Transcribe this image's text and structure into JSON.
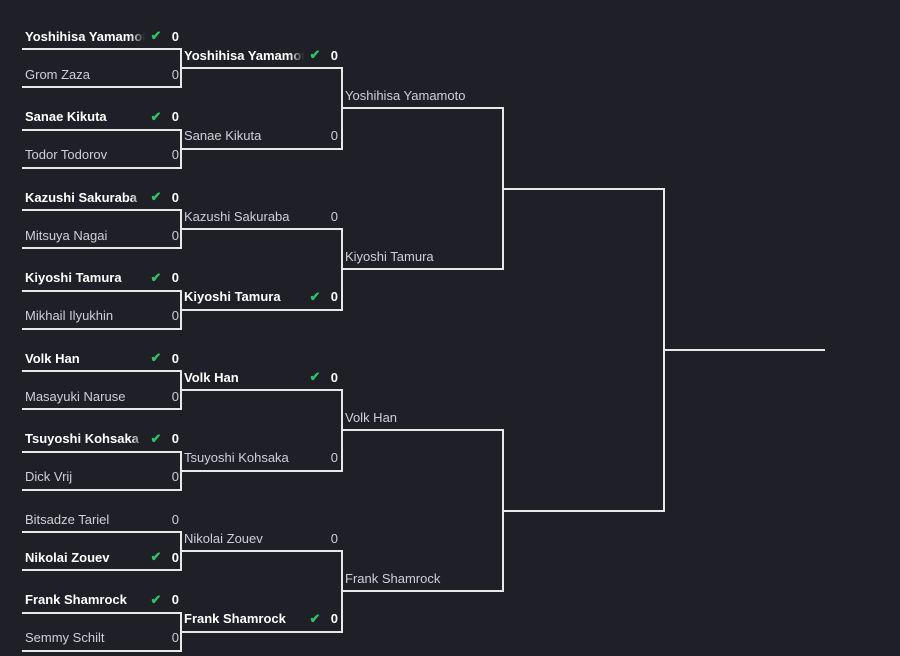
{
  "bracket": {
    "rounds": [
      [
        [
          {
            "name": "Yoshihisa Yamamoto",
            "score": "0",
            "winner": true
          },
          {
            "name": "Grom Zaza",
            "score": "0",
            "winner": false
          }
        ],
        [
          {
            "name": "Sanae Kikuta",
            "score": "0",
            "winner": true
          },
          {
            "name": "Todor Todorov",
            "score": "0",
            "winner": false
          }
        ],
        [
          {
            "name": "Kazushi Sakuraba",
            "score": "0",
            "winner": true
          },
          {
            "name": "Mitsuya Nagai",
            "score": "0",
            "winner": false
          }
        ],
        [
          {
            "name": "Kiyoshi Tamura",
            "score": "0",
            "winner": true
          },
          {
            "name": "Mikhail Ilyukhin",
            "score": "0",
            "winner": false
          }
        ],
        [
          {
            "name": "Volk Han",
            "score": "0",
            "winner": true
          },
          {
            "name": "Masayuki Naruse",
            "score": "0",
            "winner": false
          }
        ],
        [
          {
            "name": "Tsuyoshi Kohsaka",
            "score": "0",
            "winner": true
          },
          {
            "name": "Dick Vrij",
            "score": "0",
            "winner": false
          }
        ],
        [
          {
            "name": "Bitsadze Tariel",
            "score": "0",
            "winner": false
          },
          {
            "name": "Nikolai Zouev",
            "score": "0",
            "winner": true
          }
        ],
        [
          {
            "name": "Frank Shamrock",
            "score": "0",
            "winner": true
          },
          {
            "name": "Semmy Schilt",
            "score": "0",
            "winner": false
          }
        ]
      ],
      [
        [
          {
            "name": "Yoshihisa Yamamoto",
            "score": "0",
            "winner": true
          },
          {
            "name": "Sanae Kikuta",
            "score": "0",
            "winner": false
          }
        ],
        [
          {
            "name": "Kazushi Sakuraba",
            "score": "0",
            "winner": false
          },
          {
            "name": "Kiyoshi Tamura",
            "score": "0",
            "winner": true
          }
        ],
        [
          {
            "name": "Volk Han",
            "score": "0",
            "winner": true
          },
          {
            "name": "Tsuyoshi Kohsaka",
            "score": "0",
            "winner": false
          }
        ],
        [
          {
            "name": "Nikolai Zouev",
            "score": "0",
            "winner": false
          },
          {
            "name": "Frank Shamrock",
            "score": "0",
            "winner": true
          }
        ]
      ],
      [
        [
          {
            "name": "Yoshihisa Yamamoto"
          },
          {
            "name": "Kiyoshi Tamura"
          }
        ],
        [
          {
            "name": "Volk Han"
          },
          {
            "name": "Frank Shamrock"
          }
        ]
      ],
      [
        [
          {
            "name": ""
          },
          {
            "name": ""
          }
        ]
      ]
    ],
    "check_icon": "✔"
  }
}
